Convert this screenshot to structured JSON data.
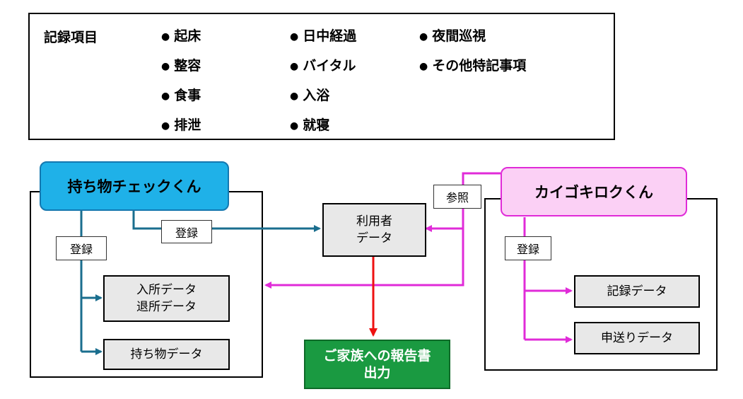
{
  "record_items": {
    "heading": "記録項目",
    "columns": [
      [
        "起床",
        "整容",
        "食事",
        "排泄"
      ],
      [
        "日中経過",
        "バイタル",
        "入浴",
        "就寝"
      ],
      [
        "夜間巡視",
        "その他特記事項"
      ]
    ]
  },
  "tools": {
    "mochimono": "持ち物チェックくん",
    "kaigo": "カイゴキロクくん"
  },
  "labels": {
    "register_a": "登録",
    "register_b": "登録",
    "register_c": "登録",
    "reference": "参照"
  },
  "boxes": {
    "user_data": [
      "利用者",
      "データ"
    ],
    "admission_data": [
      "入所データ",
      "退所データ"
    ],
    "belongings_data": "持ち物データ",
    "record_data": "記録データ",
    "handover_data": "申送りデータ"
  },
  "output": [
    "ご家族への報告書",
    "出力"
  ],
  "colors": {
    "blue_line": "#1a6e8e",
    "pink_line": "#e02bd8",
    "red_line": "#ee1111",
    "blue_tool": "#1fb1e8",
    "pink_tool": "#fbd0f5",
    "output_green": "#1a9a41"
  }
}
